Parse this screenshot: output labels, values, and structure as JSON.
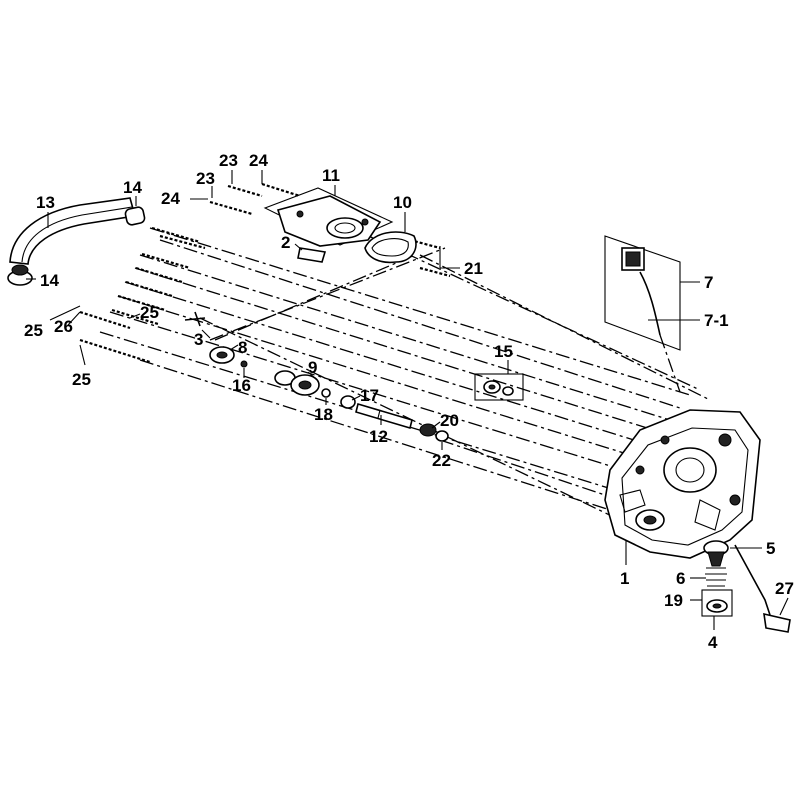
{
  "parts": [
    {
      "id": "p1",
      "label": "1"
    },
    {
      "id": "p2",
      "label": "2"
    },
    {
      "id": "p3",
      "label": "3"
    },
    {
      "id": "p4",
      "label": "4"
    },
    {
      "id": "p5",
      "label": "5"
    },
    {
      "id": "p6",
      "label": "6"
    },
    {
      "id": "p7",
      "label": "7"
    },
    {
      "id": "p7_1",
      "label": "7-1"
    },
    {
      "id": "p8",
      "label": "8"
    },
    {
      "id": "p9",
      "label": "9"
    },
    {
      "id": "p10",
      "label": "10"
    },
    {
      "id": "p11",
      "label": "11"
    },
    {
      "id": "p12",
      "label": "12"
    },
    {
      "id": "p13",
      "label": "13"
    },
    {
      "id": "p14a",
      "label": "14"
    },
    {
      "id": "p14b",
      "label": "14"
    },
    {
      "id": "p15",
      "label": "15"
    },
    {
      "id": "p16",
      "label": "16"
    },
    {
      "id": "p17",
      "label": "17"
    },
    {
      "id": "p18",
      "label": "18"
    },
    {
      "id": "p19",
      "label": "19"
    },
    {
      "id": "p20",
      "label": "20"
    },
    {
      "id": "p21",
      "label": "21"
    },
    {
      "id": "p22",
      "label": "22"
    },
    {
      "id": "p23a",
      "label": "23"
    },
    {
      "id": "p23b",
      "label": "23"
    },
    {
      "id": "p24a",
      "label": "24"
    },
    {
      "id": "p24b",
      "label": "24"
    },
    {
      "id": "p25a",
      "label": "25"
    },
    {
      "id": "p25b",
      "label": "25"
    },
    {
      "id": "p25c",
      "label": "25"
    },
    {
      "id": "p26",
      "label": "26"
    },
    {
      "id": "p27",
      "label": "27"
    }
  ]
}
